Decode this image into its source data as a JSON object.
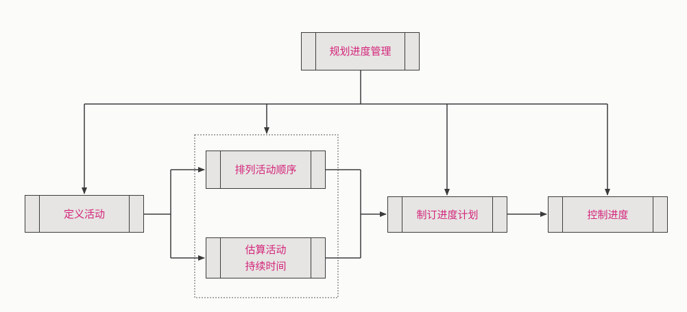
{
  "nodes": {
    "plan_schedule_management": "规划进度管理",
    "define_activities": "定义活动",
    "sequence_activities": "排列活动顺序",
    "estimate_activity_durations": "估算活动\n持续时间",
    "develop_schedule": "制订进度计划",
    "control_schedule": "控制进度"
  },
  "colors": {
    "label_text": "#d4247a",
    "box_fill": "#e6e5e3",
    "line": "#3a3a3a"
  }
}
